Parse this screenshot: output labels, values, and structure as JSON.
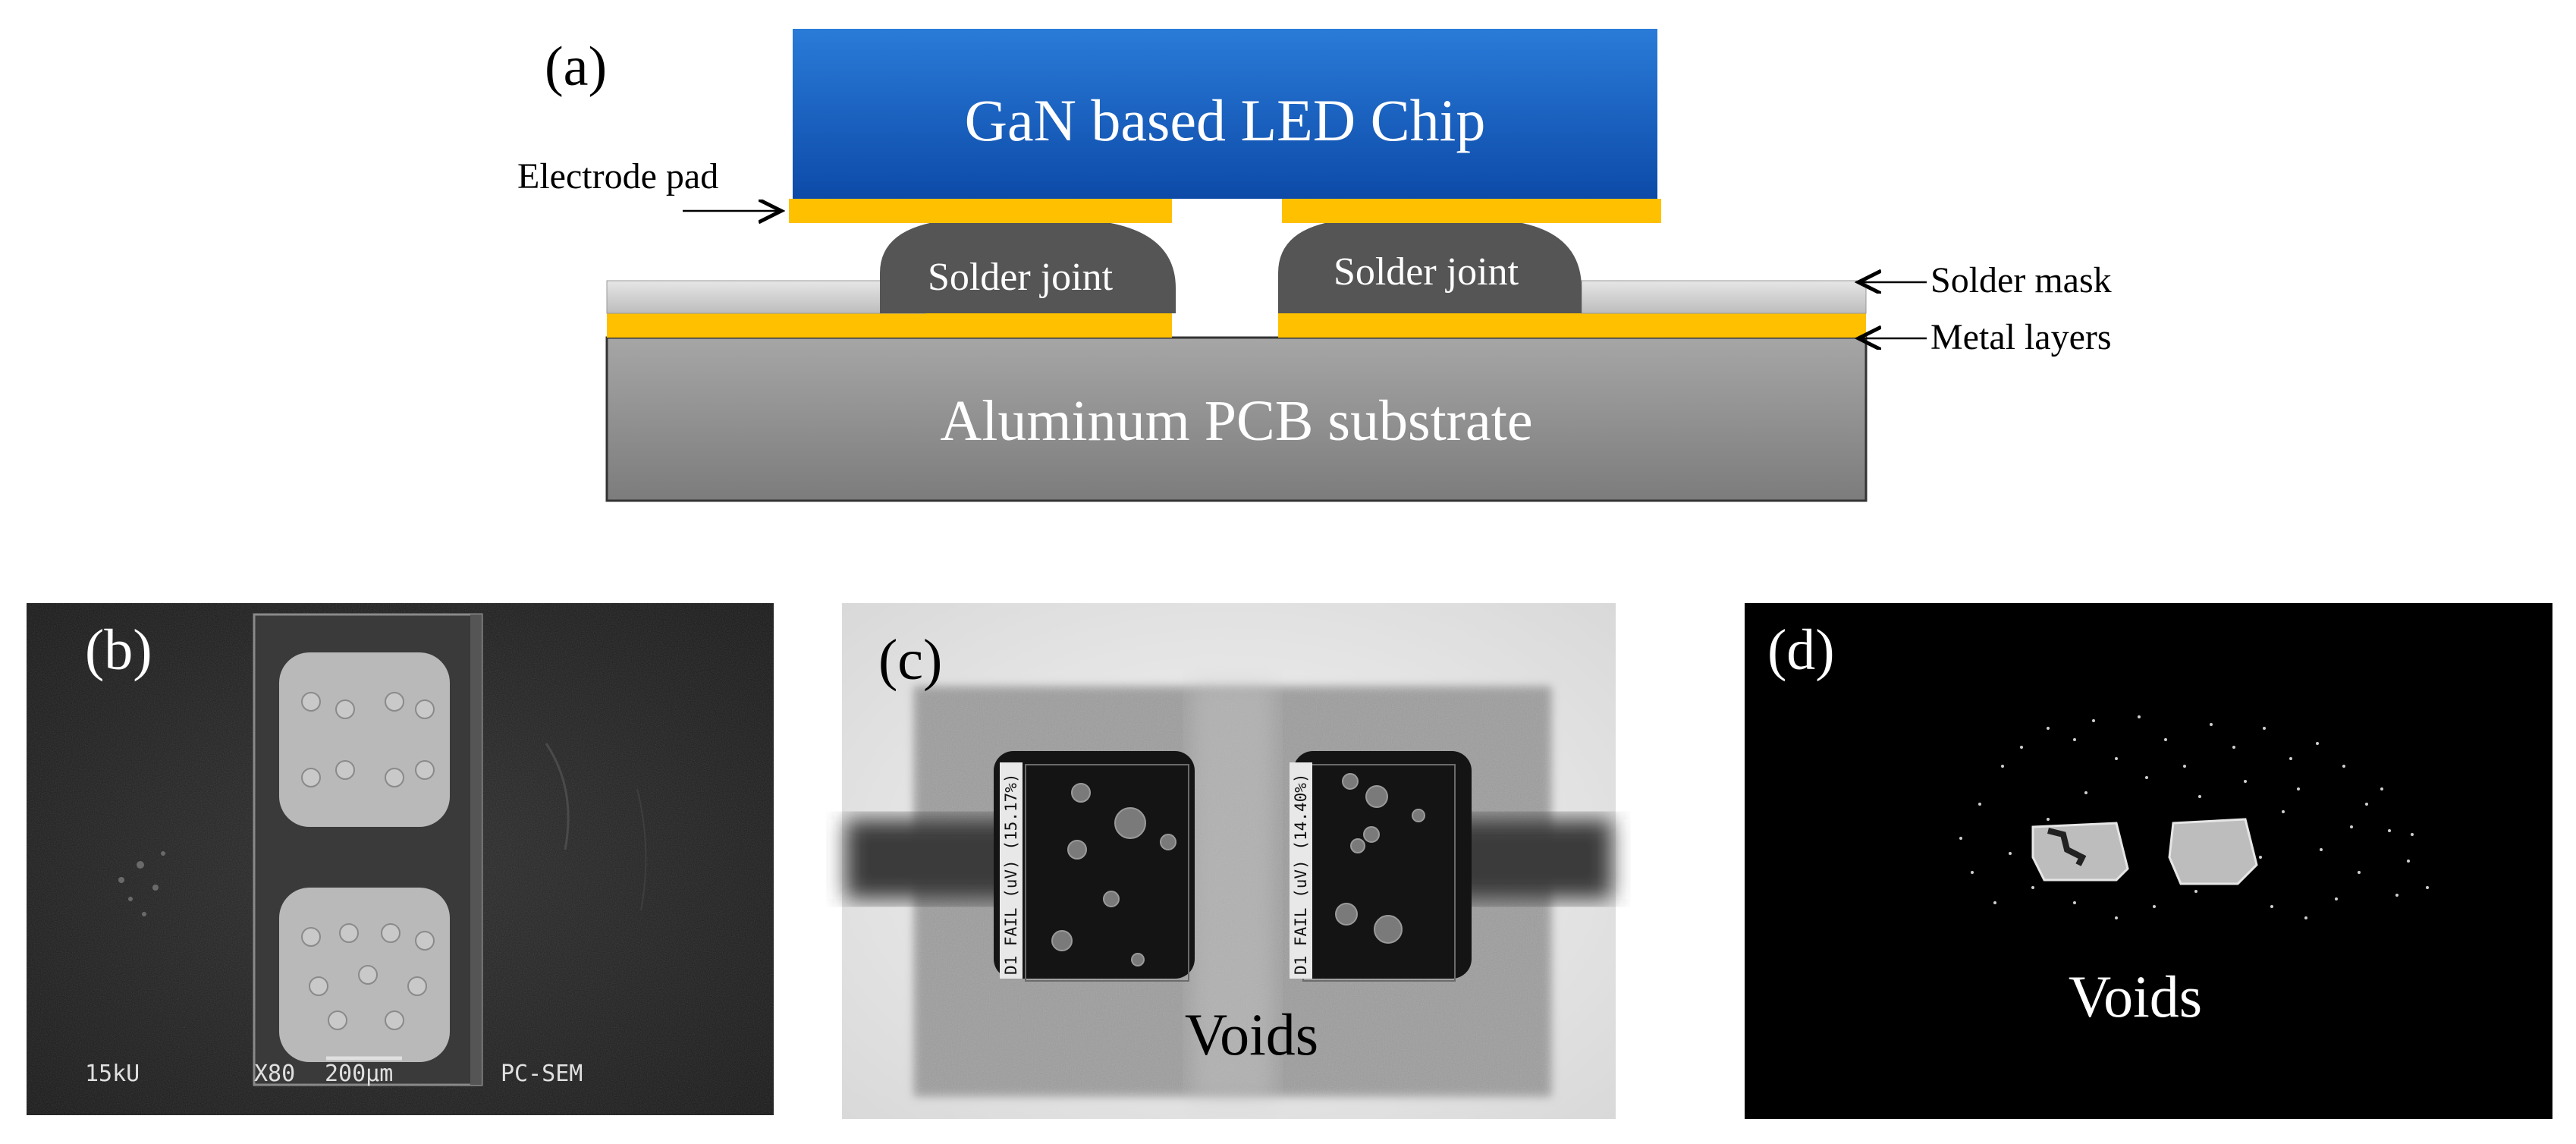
{
  "figure": {
    "panel_a": {
      "label": "(a)",
      "chip_label": "GaN based LED Chip",
      "solder_left": "Solder joint",
      "solder_right": "Solder joint",
      "substrate_label": "Aluminum PCB substrate",
      "callout_electrode": "Electrode pad",
      "callout_mask": "Solder mask",
      "callout_metal": "Metal layers",
      "colors": {
        "chip_top": "#2a7bd8",
        "chip_bottom": "#0d4aa8",
        "pad": "#ffc000",
        "solder": "#555555",
        "mask": "#d2d2d2",
        "substrate_top": "#a6a6a6",
        "substrate_bottom": "#7c7c7c"
      }
    },
    "panel_b": {
      "label": "(b)",
      "sem_voltage": "15kU",
      "sem_mag": "X80",
      "sem_scale": "200µm",
      "sem_tag": "PC-SEM"
    },
    "panel_c": {
      "label": "(c)",
      "voids_label": "Voids",
      "left_tag": "D1 FAIL (uV) (15.17%)",
      "right_tag": "D1 FAIL (uV) (14.40%)"
    },
    "panel_d": {
      "label": "(d)",
      "voids_label": "Voids"
    }
  }
}
